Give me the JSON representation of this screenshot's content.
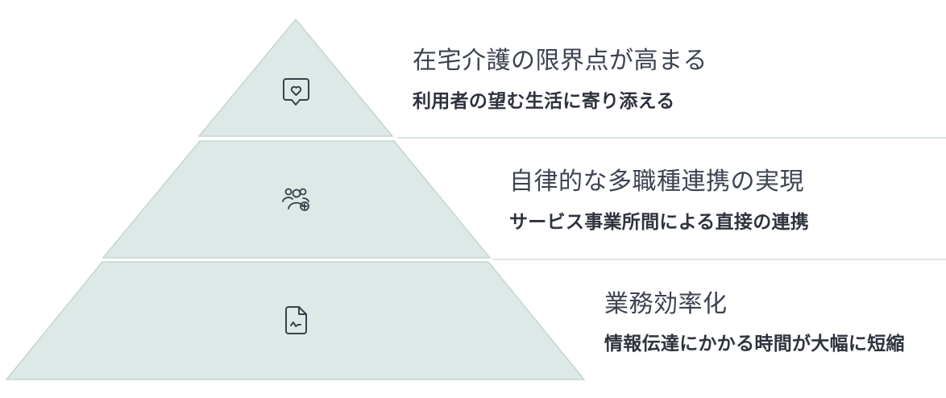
{
  "colors": {
    "tier_fill": "#dde9e6",
    "tier_stroke": "#c5d6d2",
    "divider": "#d2ddda",
    "icon": "#3a3f4b",
    "title_text": "#3d4350",
    "desc_text": "#2e333d"
  },
  "tiers": [
    {
      "icon": "heart-chat-icon",
      "title": "在宅介護の限界点が高まる",
      "description": "利用者の望む生活に寄り添える"
    },
    {
      "icon": "team-add-icon",
      "title": "自律的な多職種連携の実現",
      "description": "サービス事業所間による直接の連携"
    },
    {
      "icon": "document-chart-icon",
      "title": "業務効率化",
      "description": "情報伝達にかかる時間が大幅に短縮"
    }
  ]
}
